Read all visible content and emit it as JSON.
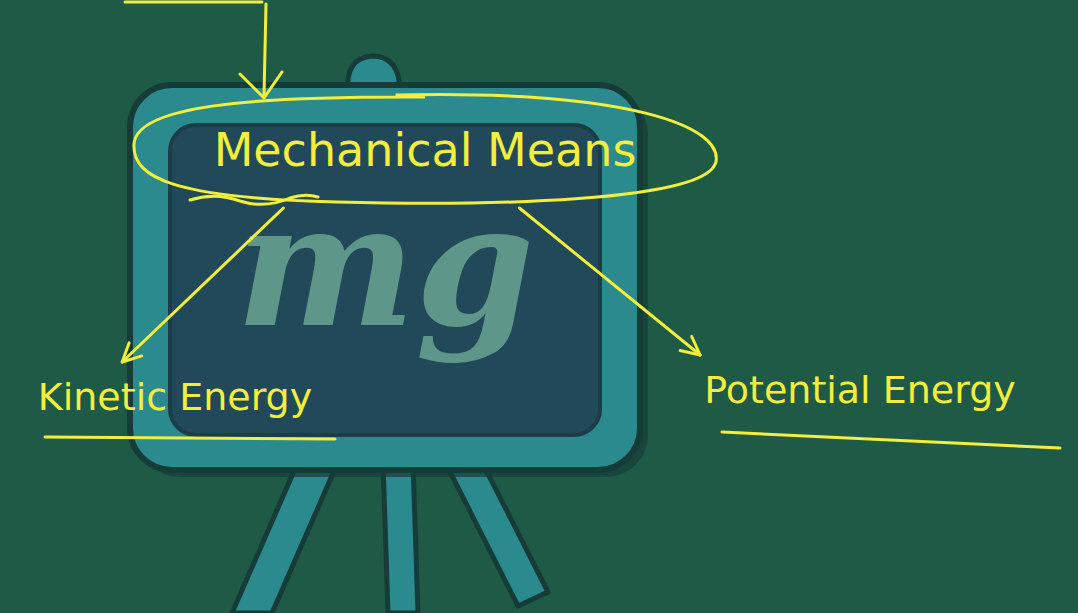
{
  "diagram": {
    "nodes": [
      {
        "text": [
          "Mechanical Means"
        ]
      },
      {
        "text": [
          "Kinetic Energy"
        ]
      },
      {
        "text": [
          "Potential Energy"
        ]
      }
    ],
    "edges": [
      {
        "from": 0,
        "to": 1,
        "arrow": "to"
      },
      {
        "from": 0,
        "to": 2,
        "arrow": "to"
      }
    ],
    "labels": [
      "mg"
    ]
  }
}
